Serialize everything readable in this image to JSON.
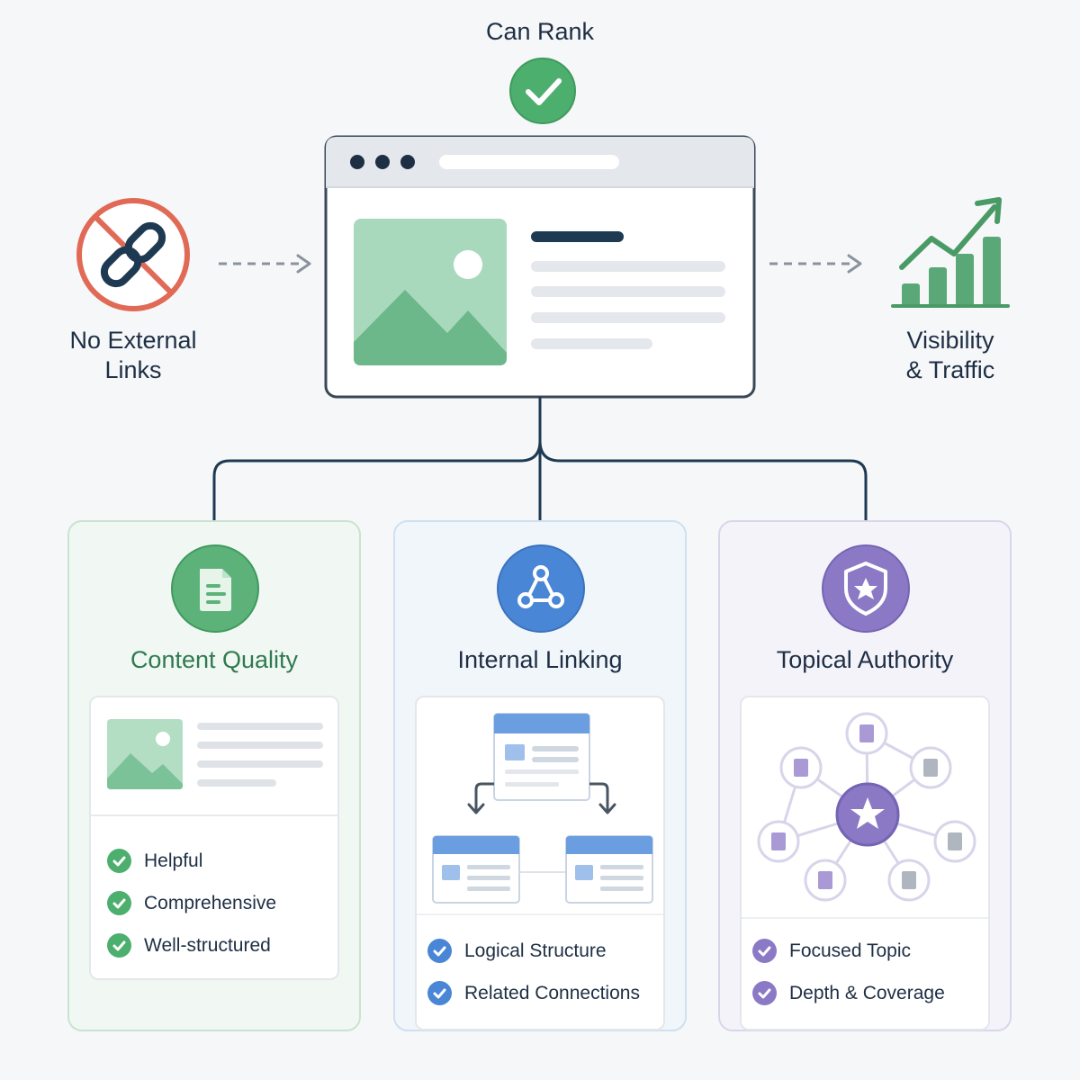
{
  "header": {
    "label": "Can Rank"
  },
  "left": {
    "label_line1": "No External",
    "label_line2": "Links"
  },
  "right": {
    "label_line1": "Visibility",
    "label_line2": "& Traffic"
  },
  "cards": [
    {
      "title": "Content Quality",
      "items": [
        "Helpful",
        "Comprehensive",
        "Well-structured"
      ],
      "icon": "document-icon"
    },
    {
      "title": "Internal Linking",
      "items": [
        "Logical Structure",
        "Related Connections"
      ],
      "icon": "network-icon"
    },
    {
      "title": "Topical Authority",
      "items": [
        "Focused Topic",
        "Depth & Coverage"
      ],
      "icon": "shield-star-icon"
    }
  ],
  "colors": {
    "green": "#4caf6e",
    "blue": "#4a86d6",
    "purple": "#8b79c6",
    "red": "#e06a55",
    "navy": "#1e3a52"
  }
}
